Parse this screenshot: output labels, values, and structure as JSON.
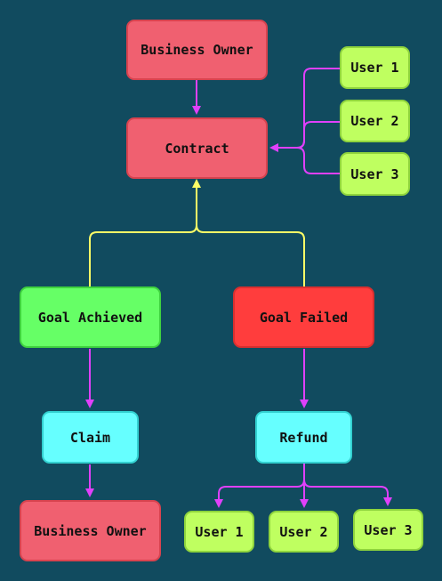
{
  "colors": {
    "background": "#114b5f",
    "edge_magenta": "#e040fb",
    "edge_yellow": "#ffff66",
    "owner_fill": "#f06070",
    "failed_fill": "#ff3d3d",
    "achieved_fill": "#66ff66",
    "action_fill": "#66ffff",
    "user_fill": "#bfff60"
  },
  "nodes": {
    "owner_top": "Business Owner",
    "contract": "Contract",
    "user1_top": "User 1",
    "user2_top": "User 2",
    "user3_top": "User 3",
    "goal_achieved": "Goal Achieved",
    "goal_failed": "Goal Failed",
    "claim": "Claim",
    "refund": "Refund",
    "owner_bottom": "Business Owner",
    "user1_bottom": "User 1",
    "user2_bottom": "User 2",
    "user3_bottom": "User 3"
  }
}
